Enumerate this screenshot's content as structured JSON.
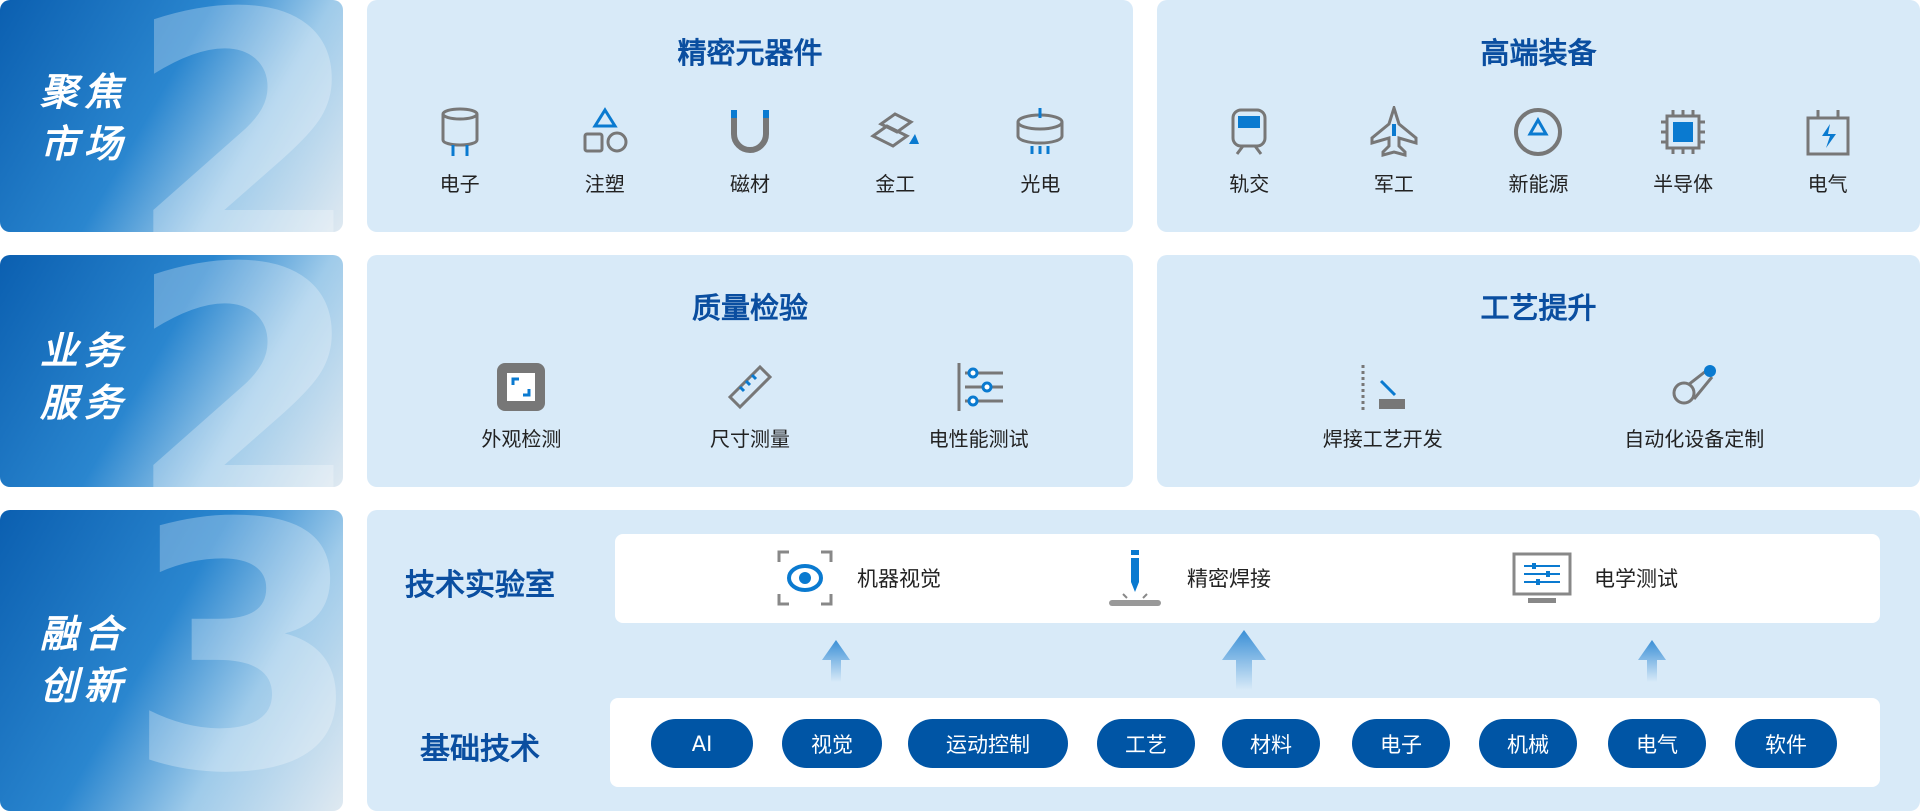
{
  "tiles": [
    {
      "label1": "聚焦",
      "label2": "市场"
    },
    {
      "label1": "业务",
      "label2": "服务"
    },
    {
      "label1": "融合",
      "label2": "创新"
    }
  ],
  "market": {
    "precision": {
      "title": "精密元器件",
      "items": [
        "电子",
        "注塑",
        "磁材",
        "金工",
        "光电"
      ]
    },
    "equipment": {
      "title": "高端装备",
      "items": [
        "轨交",
        "军工",
        "新能源",
        "半导体",
        "电气"
      ]
    }
  },
  "service": {
    "quality": {
      "title": "质量检验",
      "items": [
        "外观检测",
        "尺寸测量",
        "电性能测试"
      ]
    },
    "process": {
      "title": "工艺提升",
      "items": [
        "焊接工艺开发",
        "自动化设备定制"
      ]
    }
  },
  "innovation": {
    "lab_title": "技术实验室",
    "labs": [
      "机器视觉",
      "精密焊接",
      "电学测试"
    ],
    "base_title": "基础技术",
    "base": [
      "AI",
      "视觉",
      "运动控制",
      "工艺",
      "材料",
      "电子",
      "机械",
      "电气",
      "软件"
    ]
  },
  "colors": {
    "accent": "#0055a5",
    "panel": "#d8eaf8",
    "title": "#0a4ea0"
  }
}
